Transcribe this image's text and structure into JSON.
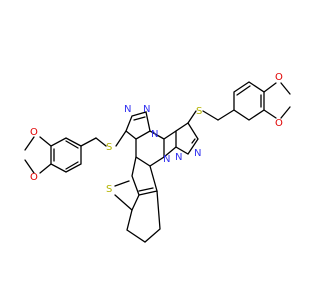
{
  "molecule": {
    "atom_labels": {
      "sulfur_left": "S",
      "sulfur_right": "S",
      "sulfur_thiophene": "S",
      "nitrogen": "N",
      "oxygen": "O"
    },
    "colors": {
      "bond": "#000000",
      "nitrogen": "#3232f0",
      "sulfur": "#b4b400",
      "oxygen": "#e00000",
      "background": "#ffffff"
    }
  }
}
